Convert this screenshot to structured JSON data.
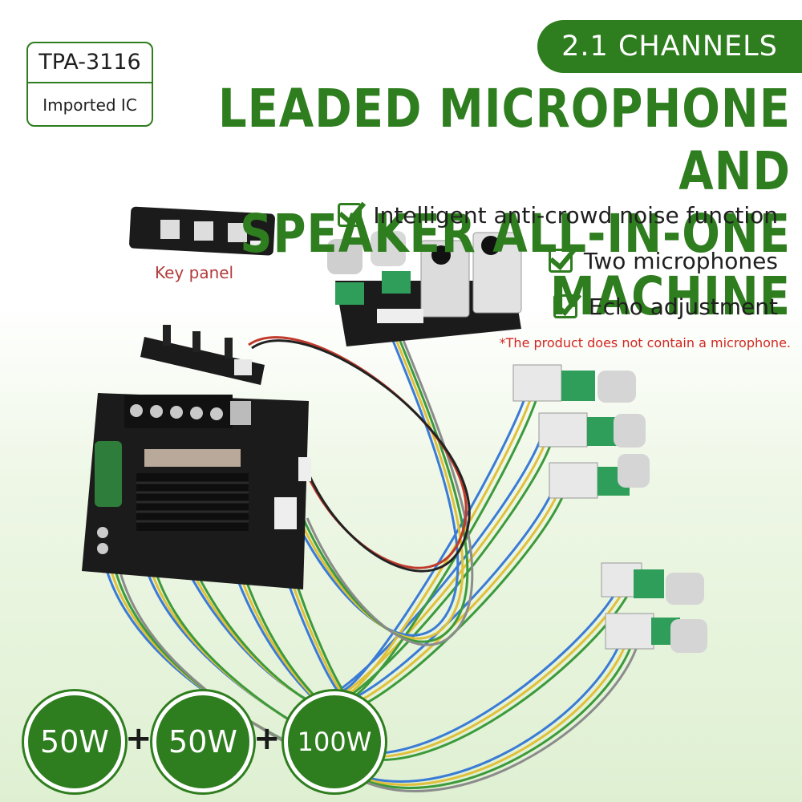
{
  "ic_badge": {
    "model": "TPA-3116",
    "subtitle": "Imported IC"
  },
  "channels": "2.1 CHANNELS",
  "headline": {
    "line1": "LEADED MICROPHONE AND",
    "line2": "SPEAKER ALL-IN-ONE MACHINE"
  },
  "features": [
    "Intelligent anti-crowd noise function",
    "Two microphones",
    "Echo adjustment"
  ],
  "note": "*The product does not contain a microphone.",
  "key_panel_label": "Key panel",
  "power": {
    "first": "50W",
    "second": "50W",
    "third": "100W",
    "plus": "+"
  },
  "colors": {
    "brand_green": "#2e7d1e",
    "note_red": "#d2261f",
    "board_black": "#1b1b1b",
    "pot_green": "#2f9e5a"
  }
}
